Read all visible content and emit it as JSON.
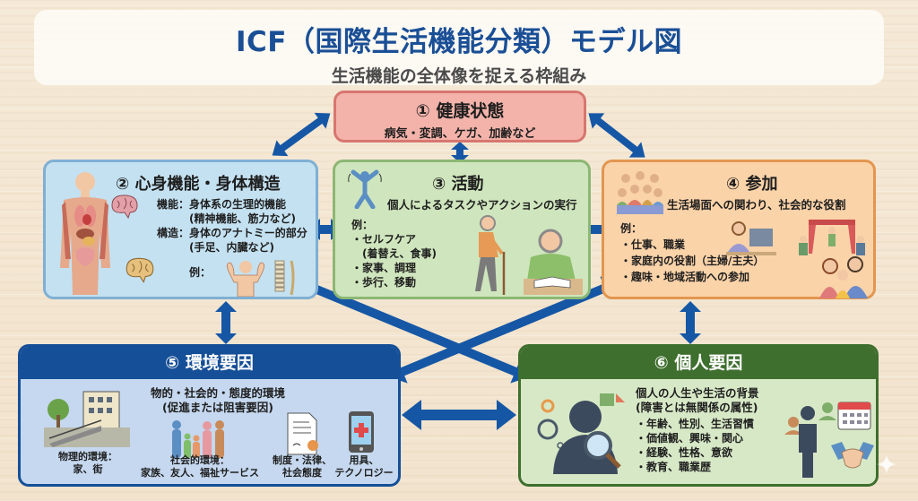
{
  "header": {
    "title": "ICF（国際生活機能分類）モデル図",
    "subtitle": "生活機能の全体像を捉える枠組み"
  },
  "colors": {
    "arrow": "#1657a5",
    "title": "#1a4f96",
    "health": "#f3b3aa",
    "body": "#c4e1f1",
    "activity": "#cfe5bd",
    "participation": "#fbd3a9",
    "environment": "#154f97",
    "personal": "#3e6f2e"
  },
  "health": {
    "title": "① 健康状態",
    "subtitle": "病気・変調、ケガ、加齢など"
  },
  "body": {
    "title": "② 心身機能・身体構造",
    "lines": [
      "機能：身体系の生理的機能",
      "　　　(精神機能、筋力など)",
      "構造：身体のアナトミー的部分",
      "　　　(手足、内臓など)"
    ],
    "example_label": "例：",
    "icons": [
      "anatomy-figure-icon",
      "brain-icon",
      "brain-icon",
      "muscular-man-icon",
      "spine-icon"
    ]
  },
  "activity": {
    "title": "③ 活動",
    "subtitle": "個人によるタスクやアクションの実行",
    "example_label": "例：",
    "items": [
      "・セルフケア",
      "　(着替え、食事)",
      "・家事、調理",
      "・歩行、移動"
    ],
    "icons": [
      "stretching-person-icon",
      "elderly-walking-cane-icon",
      "elderly-writing-icon"
    ]
  },
  "participation": {
    "title": "④ 参加",
    "subtitle": "生活場面への関わり、社会的な役割",
    "example_label": "例：",
    "items": [
      "・仕事、職業",
      "・家庭内の役割（主婦/主夫）",
      "・趣味・地域活動への参加"
    ],
    "icons": [
      "group-people-icon",
      "office-worker-icon",
      "stage-performance-icon",
      "family-icon"
    ]
  },
  "environment": {
    "title": "⑤ 環境要因",
    "subtitle_lines": [
      "物的・社会的・態度的環境",
      "(促進または阻害要因)"
    ],
    "items": [
      {
        "icon": "building-ramp-icon",
        "label_lines": [
          "物理的環境：",
          "家、街"
        ]
      },
      {
        "icon": "family-group-icon",
        "label_lines": [
          "社会的環境：",
          "家族、友人、福祉サービス"
        ]
      },
      {
        "icon": "certificate-icon",
        "label_lines": [
          "制度・法律、",
          "社会態度"
        ]
      },
      {
        "icon": "medical-smartphone-icon",
        "label_lines": [
          "用具、",
          "テクノロジー"
        ]
      }
    ]
  },
  "personal": {
    "title": "⑥ 個人要因",
    "subtitle_lines": [
      "個人の人生や生活の背景",
      "(障害とは無関係の属性)"
    ],
    "items": [
      "・年齢、性別、生活習慣",
      "・価値観、興味・関心",
      "・経験、性格、意欲",
      "・教育、職業歴"
    ],
    "icons": [
      "silhouette-magnifier-icon",
      "gears-icon",
      "person-network-icon",
      "calendar-icon",
      "handshake-icon"
    ]
  }
}
